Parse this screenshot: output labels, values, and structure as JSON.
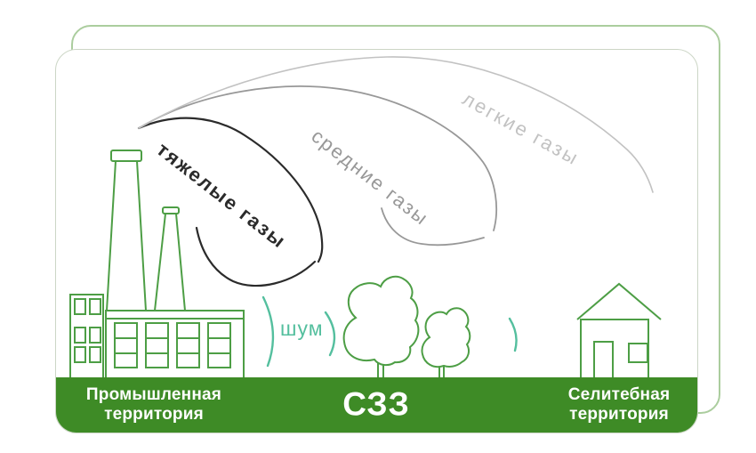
{
  "labels": {
    "heavy_gases": "тяжелые газы",
    "medium_gases": "средние газы",
    "light_gases": "легкие газы",
    "noise": "шум"
  },
  "zones": {
    "industrial": "Промышленная территория",
    "szz": "СЗЗ",
    "residential": "Селитебная территория"
  },
  "colors": {
    "band_green": "#3e8b26",
    "outline_green": "#4d9e45",
    "noise_teal": "#54bf9e",
    "heavy_gray": "#2b2b2b",
    "medium_gray": "#989898",
    "light_gray": "#c2c2c2",
    "back_card_border": "#abcd9e",
    "front_card_border": "#ccd6c6"
  }
}
